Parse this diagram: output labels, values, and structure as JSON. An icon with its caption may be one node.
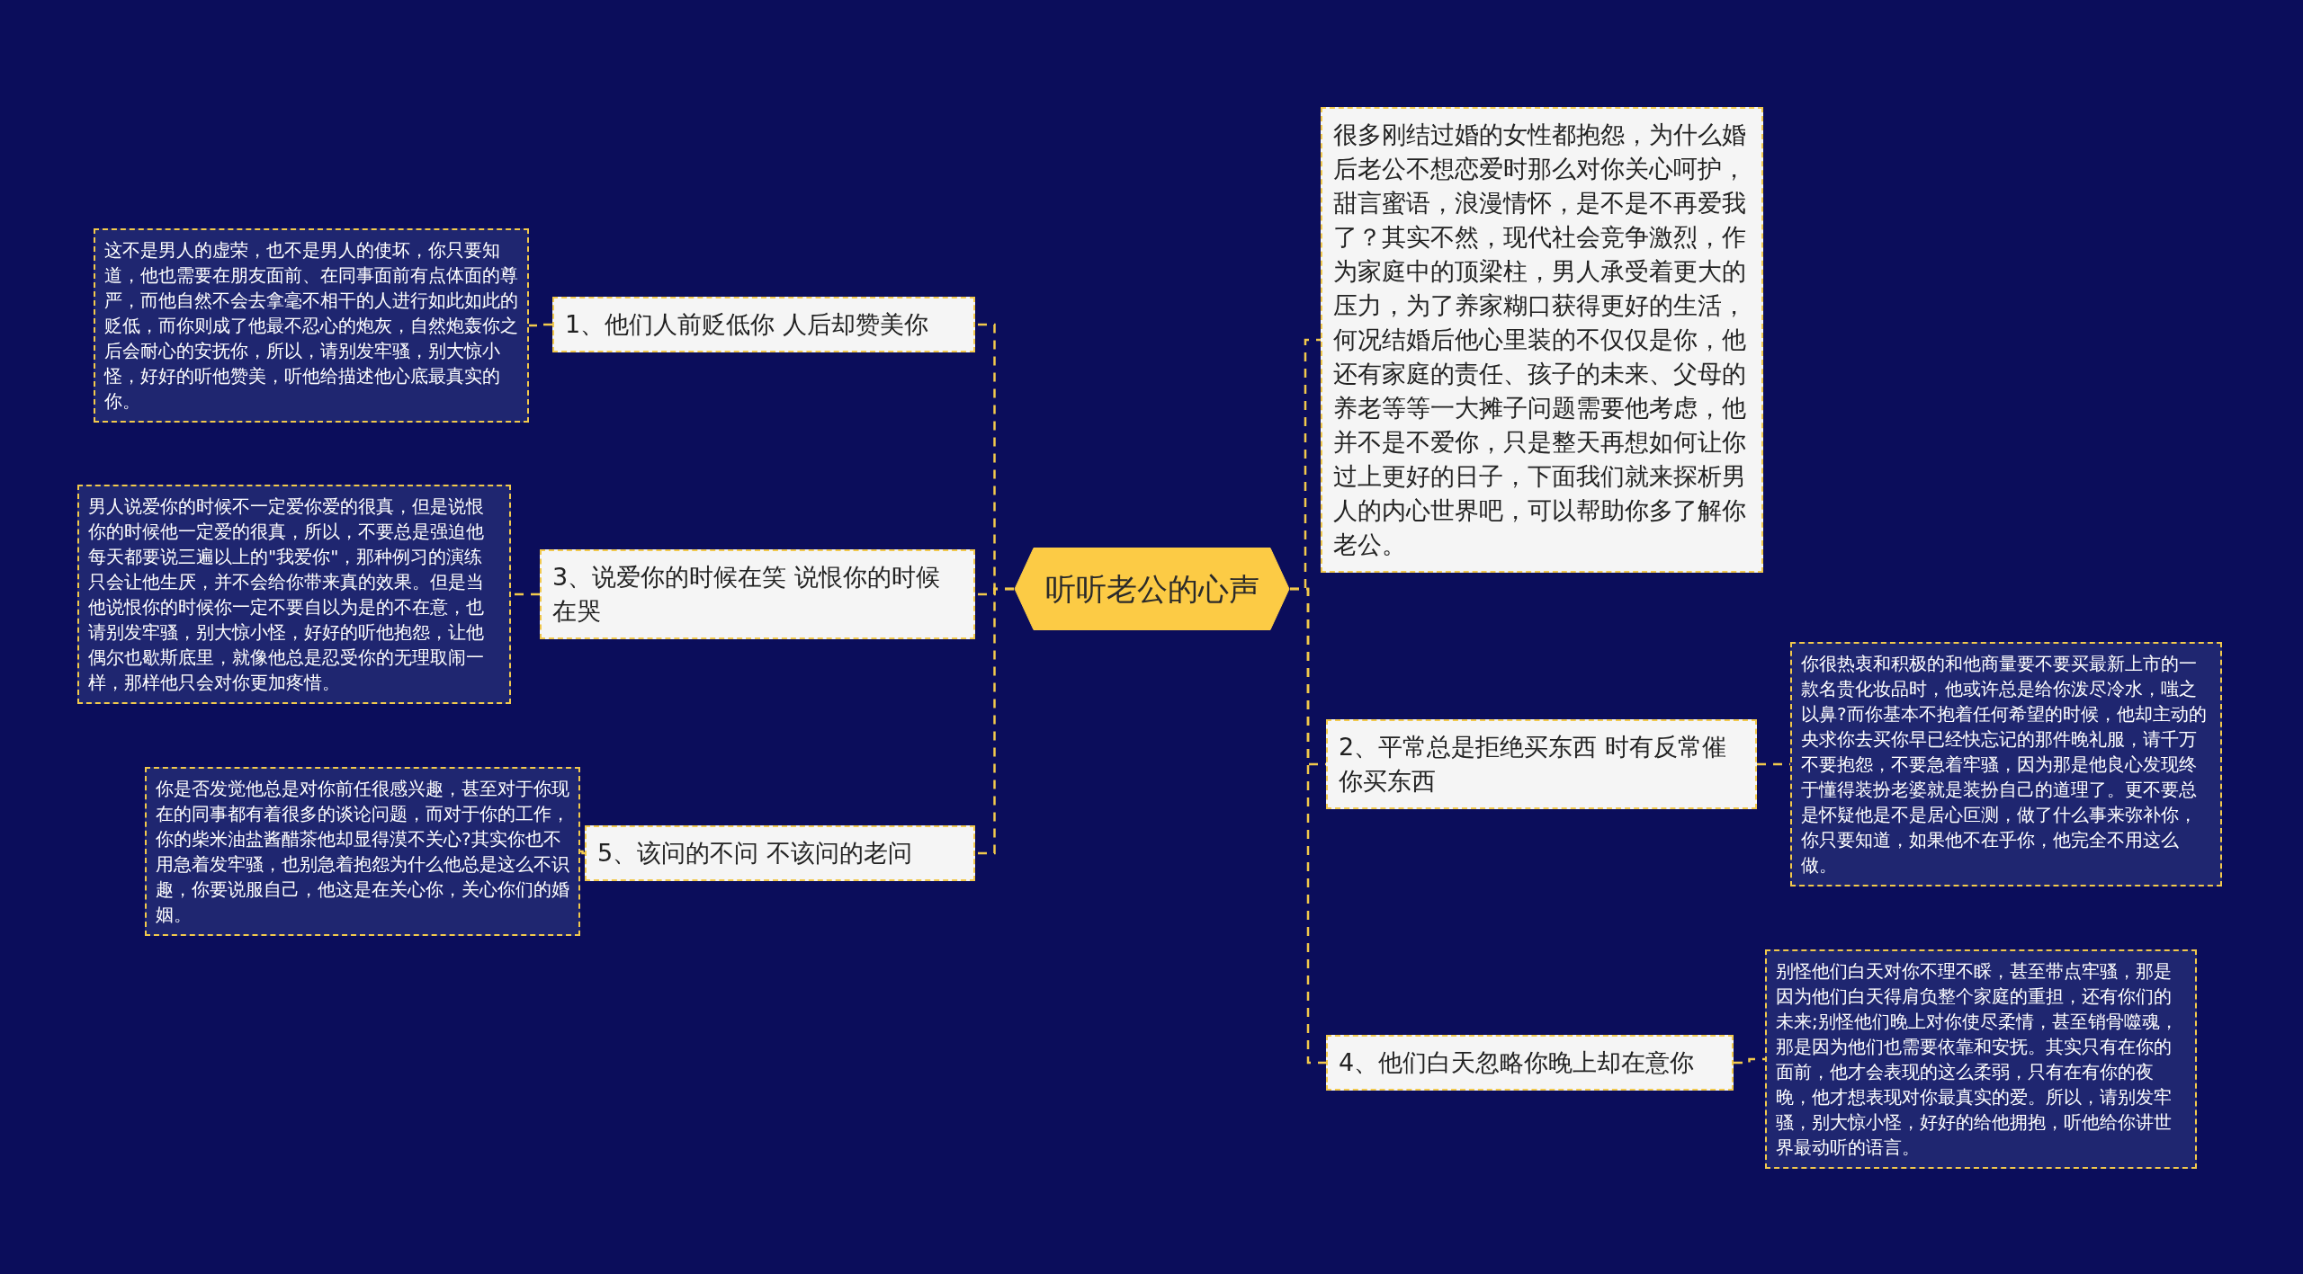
{
  "diagram": {
    "nodes": [
      {
        "text": [
          "听听老公的心声"
        ]
      },
      {
        "text": [
          "1、他们人前贬低你 人后却赞美你"
        ]
      },
      {
        "text": [
          "这不是男人的虚荣，也不是男人的使坏，你只要知道，他也需要在朋友面前、在同事面前有点体面的尊严，而他自然不会去拿毫不相干的人进行如此如此的贬低，而你则成了他最不忍心的炮灰，自然炮轰你之后会耐心的安抚你，所以，请别发牢骚，别大惊小怪，好好的听他赞美，听他给描述他心底最真实的你。"
        ]
      },
      {
        "text": [
          "3、说爱你的时候在笑 说恨你的时候在哭"
        ]
      },
      {
        "text": [
          "男人说爱你的时候不一定爱你爱的很真，但是说恨你的时候他一定爱的很真，所以，不要总是强迫他每天都要说三遍以上的\"我爱你\"，那种例习的演练只会让他生厌，并不会给你带来真的效果。但是当他说恨你的时候你一定不要自以为是的不在意，也请别发牢骚，别大惊小怪，好好的听他抱怨，让他偶尔也歇斯底里，就像他总是忍受你的无理取闹一样，那样他只会对你更加疼惜。"
        ]
      },
      {
        "text": [
          "5、该问的不问 不该问的老问"
        ]
      },
      {
        "text": [
          "你是否发觉他总是对你前任很感兴趣，甚至对于你现在的同事都有着很多的谈论问题，而对于你的工作，你的柴米油盐酱醋茶他却显得漠不关心?其实你也不用急着发牢骚，也别急着抱怨为什么他总是这么不识趣，你要说服自己，他这是在关心你，关心你们的婚姻。"
        ]
      },
      {
        "text": [
          "很多刚结过婚的女性都抱怨，为什么婚后老公不想恋爱时那么对你关心呵护，甜言蜜语，浪漫情怀，是不是不再爱我了？其实不然，现代社会竞争激烈，作为家庭中的顶梁柱，男人承受着更大的压力，为了养家糊口获得更好的生活，何况结婚后他心里装的不仅仅是你，他还有家庭的责任、孩子的未来、父母的养老等等一大摊子问题需要他考虑，他并不是不爱你，只是整天再想如何让你过上更好的日子，下面我们就来探析男人的内心世界吧，可以帮助你多了解你老公。"
        ]
      },
      {
        "text": [
          "2、平常总是拒绝买东西 时有反常催你买东西"
        ]
      },
      {
        "text": [
          "你很热衷和积极的和他商量要不要买最新上市的一款名贵化妆品时，他或许总是给你泼尽冷水，嗤之以鼻?而你基本不抱着任何希望的时候，他却主动的央求你去买你早已经快忘记的那件晚礼服，请千万不要抱怨，不要急着牢骚，因为那是他良心发现终于懂得装扮老婆就是装扮自己的道理了。更不要总是怀疑他是不是居心叵测，做了什么事来弥补你，你只要知道，如果他不在乎你，他完全不用这么做。"
        ]
      },
      {
        "text": [
          "4、他们白天忽略你晚上却在意你"
        ]
      },
      {
        "text": [
          "别怪他们白天对你不理不睬，甚至带点牢骚，那是因为他们白天得肩负整个家庭的重担，还有你们的未来;别怪他们晚上对你使尽柔情，甚至销骨噬魂，那是因为他们也需要依靠和安抚。其实只有在你的面前，他才会表现的这么柔弱，只有在有你的夜晚，他才想表现对你最真实的爱。所以，请别发牢骚，别大惊小怪，好好的给他拥抱，听他给你讲世界最动听的语言。"
        ]
      }
    ],
    "edges": [
      {
        "from": 0,
        "to": 1,
        "arrow": "none",
        "style": "dashed"
      },
      {
        "from": 1,
        "to": 2,
        "arrow": "none",
        "style": "dashed"
      },
      {
        "from": 0,
        "to": 3,
        "arrow": "none",
        "style": "dashed"
      },
      {
        "from": 3,
        "to": 4,
        "arrow": "none",
        "style": "dashed"
      },
      {
        "from": 0,
        "to": 5,
        "arrow": "none",
        "style": "dashed"
      },
      {
        "from": 5,
        "to": 6,
        "arrow": "none",
        "style": "dashed"
      },
      {
        "from": 0,
        "to": 7,
        "arrow": "none",
        "style": "dashed"
      },
      {
        "from": 0,
        "to": 8,
        "arrow": "none",
        "style": "dashed"
      },
      {
        "from": 8,
        "to": 9,
        "arrow": "none",
        "style": "dashed"
      },
      {
        "from": 0,
        "to": 10,
        "arrow": "none",
        "style": "dashed"
      },
      {
        "from": 10,
        "to": 11,
        "arrow": "none",
        "style": "dashed"
      }
    ]
  }
}
